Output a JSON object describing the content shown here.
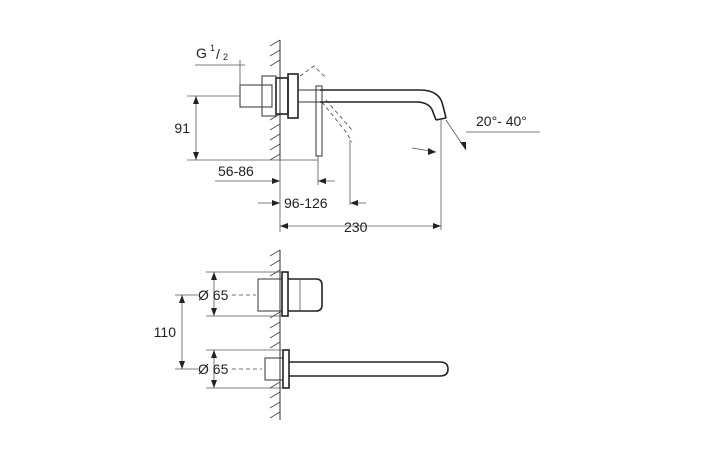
{
  "labels": {
    "thread": "G",
    "thread_num": "1",
    "thread_den": "2",
    "height_91": "91",
    "depth_56_86": "56-86",
    "depth_96_126": "96-126",
    "projection_230": "230",
    "angle_range": "20°- 40°",
    "diameter_top": "Ø 65",
    "spacing_110": "110",
    "diameter_bottom": "Ø 65"
  }
}
